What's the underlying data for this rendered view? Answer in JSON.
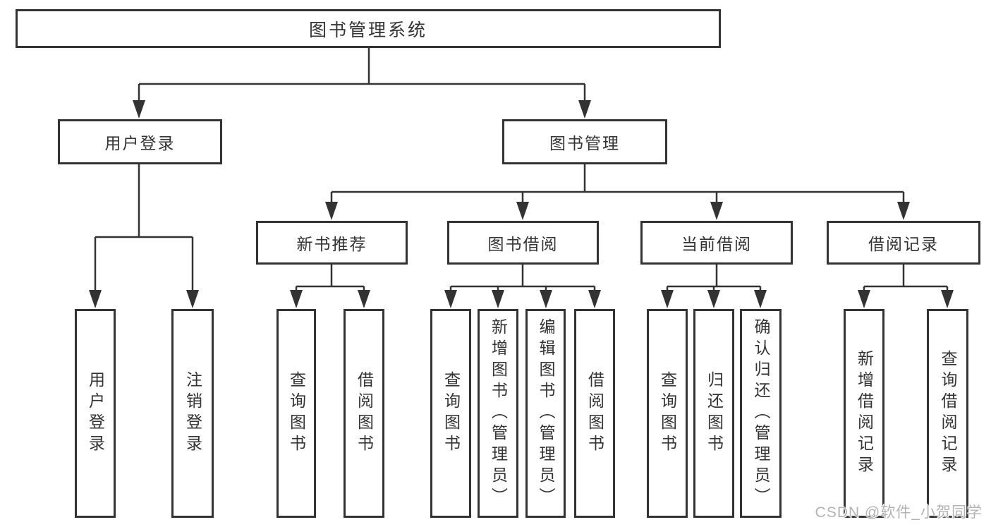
{
  "diagram": {
    "root": {
      "label": "图书管理系统"
    },
    "branches": {
      "user_login": {
        "label": "用户登录"
      },
      "book_management": {
        "label": "图书管理"
      }
    },
    "modules": {
      "new_book_recommend": {
        "label": "新书推荐"
      },
      "book_borrow": {
        "label": "图书借阅"
      },
      "current_borrow": {
        "label": "当前借阅"
      },
      "borrow_records": {
        "label": "借阅记录"
      }
    },
    "leaves": {
      "user_login": {
        "label": "用户登录"
      },
      "logout": {
        "label": "注销登录"
      },
      "rec_query_book": {
        "label": "查询图书"
      },
      "rec_borrow_book": {
        "label": "借阅图书"
      },
      "bb_query_book": {
        "label": "查询图书"
      },
      "bb_add_book_admin": {
        "label": "新增图书（管理员）"
      },
      "bb_edit_book_admin": {
        "label": "编辑图书（管理员）"
      },
      "bb_borrow_book": {
        "label": "借阅图书"
      },
      "cb_query_book": {
        "label": "查询图书"
      },
      "cb_return_book": {
        "label": "归还图书"
      },
      "cb_confirm_return_admin": {
        "label": "确认归还（管理员）"
      },
      "br_add_record": {
        "label": "新增借阅记录"
      },
      "br_query_record": {
        "label": "查询借阅记录"
      }
    }
  },
  "watermark": {
    "text": "CSDN @软件_小贺同学"
  },
  "colors": {
    "line": "#333333",
    "text": "#333333",
    "border": "#333333",
    "watermark": "#b3b3b3",
    "background": "#ffffff"
  }
}
